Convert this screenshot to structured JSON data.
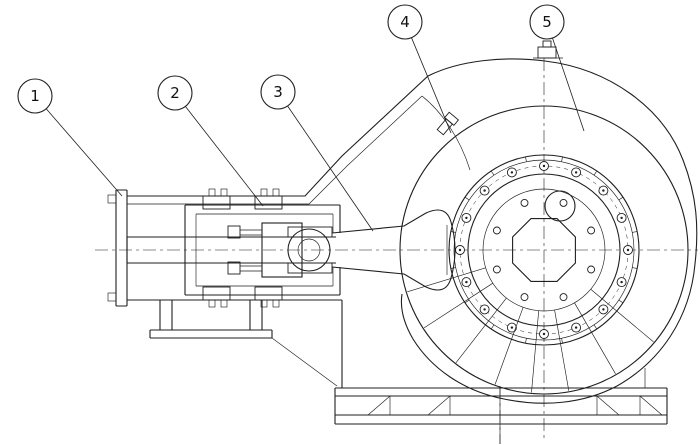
{
  "drawing": {
    "background": "#ffffff",
    "line_color": "#1f1f1f",
    "callouts": [
      {
        "label": "1"
      },
      {
        "label": "2"
      },
      {
        "label": "3"
      },
      {
        "label": "4"
      },
      {
        "label": "5"
      }
    ]
  }
}
